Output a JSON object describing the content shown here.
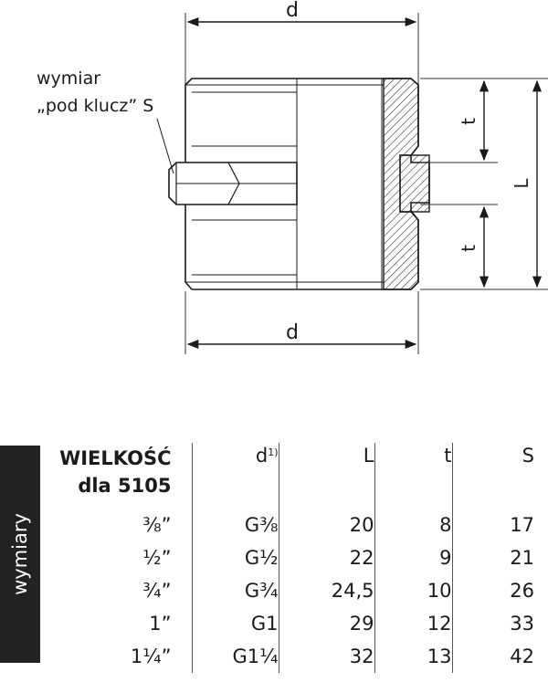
{
  "drawing": {
    "label_d_top": "d",
    "label_d_bottom": "d",
    "label_t_upper": "t",
    "label_t_lower": "t",
    "label_L": "L",
    "callout_line1": "wymiar",
    "callout_line2": "„pod klucz” S"
  },
  "side_tab": {
    "label": "wymiary"
  },
  "table": {
    "header_line1": "WIELKOŚĆ",
    "header_line2": "dla 5105",
    "col_d": "d",
    "col_d_note": "1)",
    "col_L": "L",
    "col_t": "t",
    "col_S": "S",
    "rows": [
      {
        "size": "⅜”",
        "d": "G⅜",
        "L": "20",
        "t": "8",
        "S": "17"
      },
      {
        "size": "½”",
        "d": "G½",
        "L": "22",
        "t": "9",
        "S": "21"
      },
      {
        "size": "¾”",
        "d": "G¾",
        "L": "24,5",
        "t": "10",
        "S": "26"
      },
      {
        "size": "1”",
        "d": "G1",
        "L": "29",
        "t": "12",
        "S": "33"
      },
      {
        "size": "1¼”",
        "d": "G1¼",
        "L": "32",
        "t": "13",
        "S": "42"
      }
    ]
  }
}
